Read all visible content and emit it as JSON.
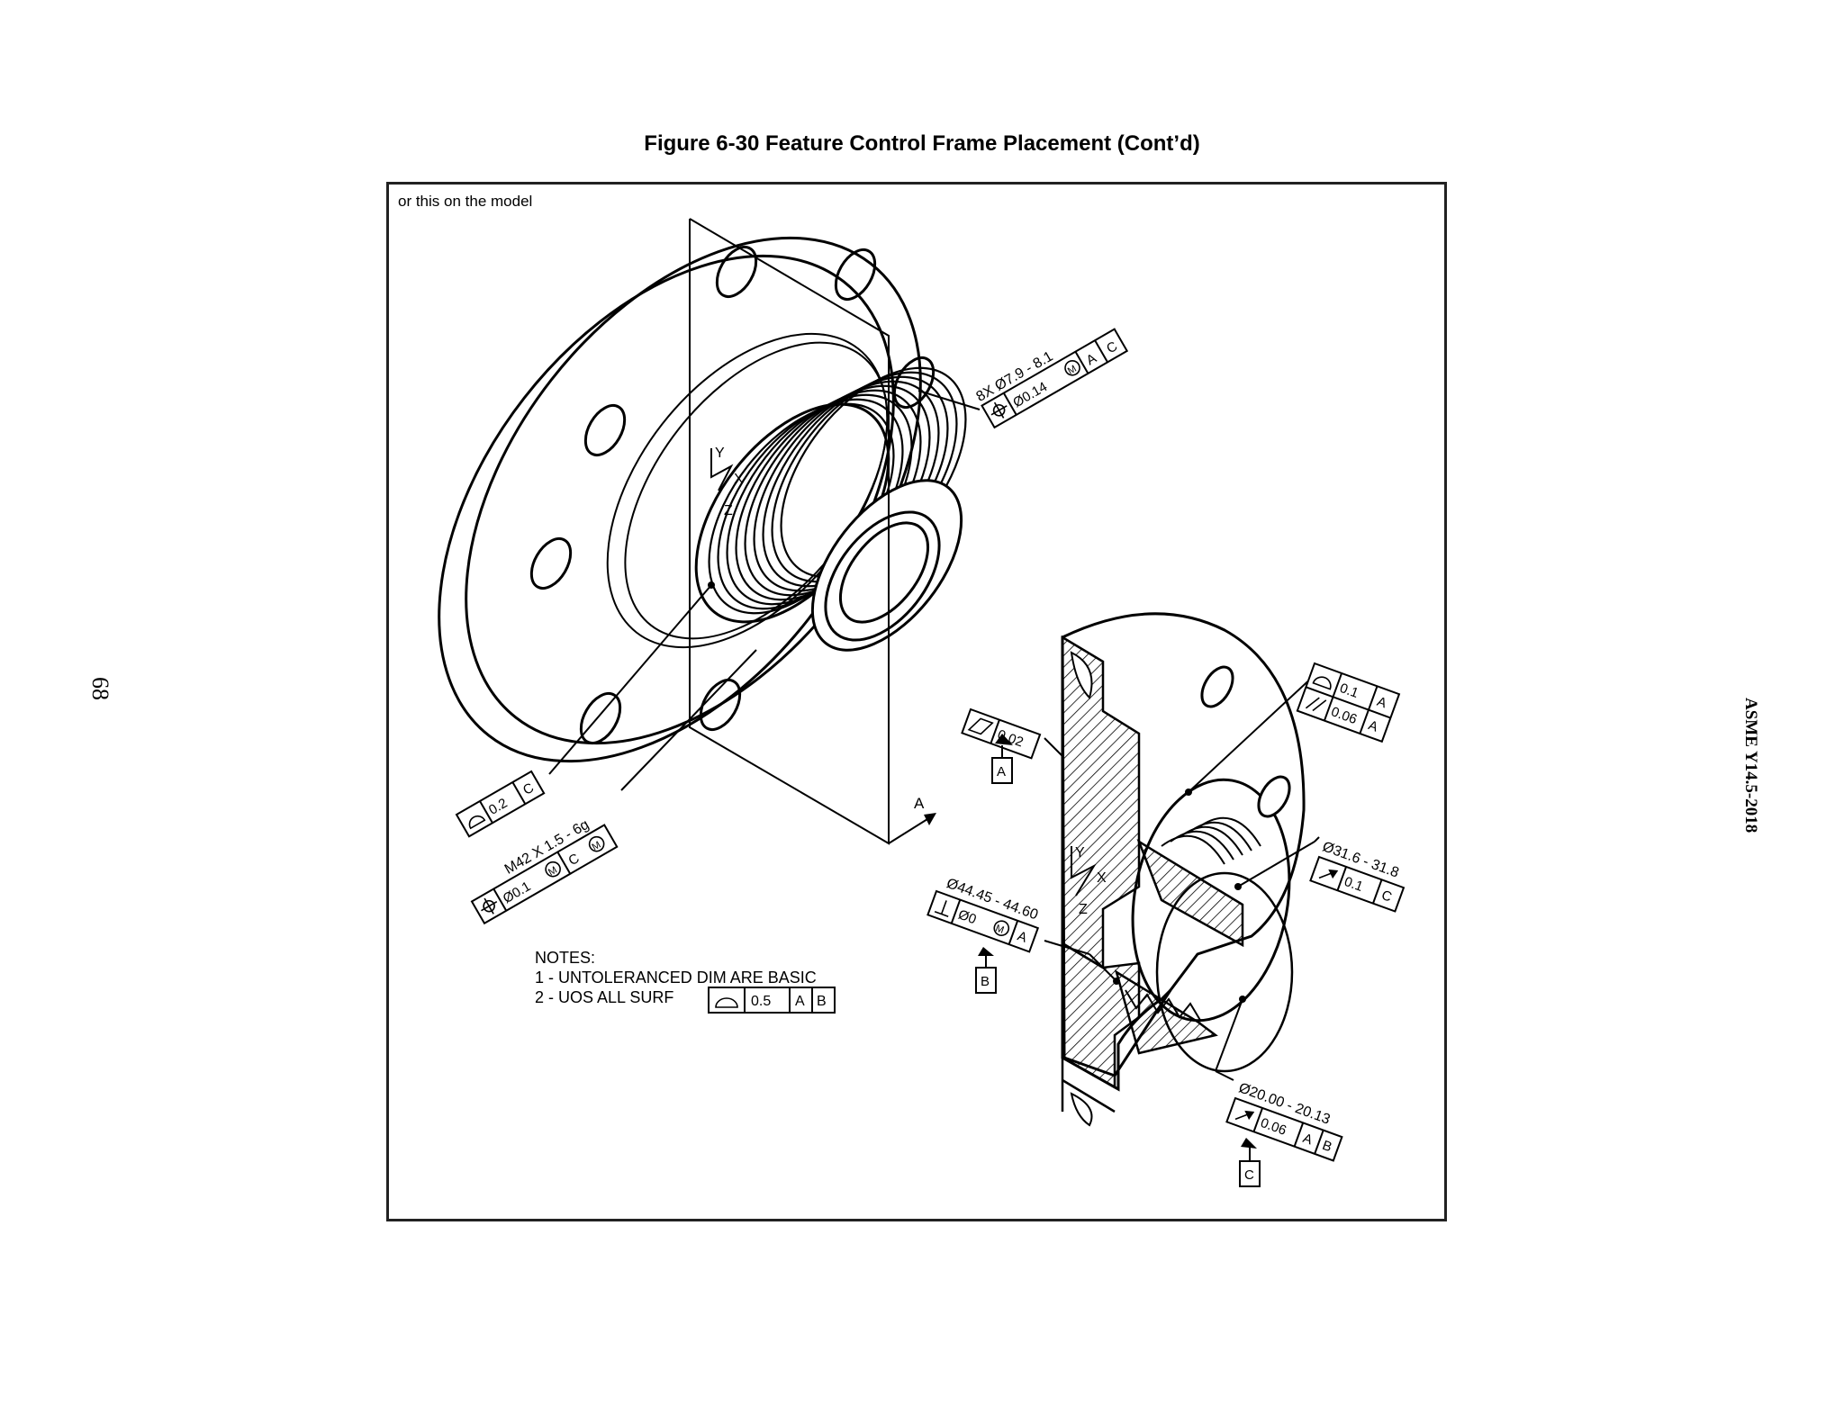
{
  "figure_title": "Figure 6-30 Feature Control Frame Placement (Cont’d)",
  "side_label": "ASME Y14.5-2018",
  "page_number": "68",
  "corner_caption": "or this on the model",
  "callouts": {
    "holes_count": "8X Ø7.9 - 8.1",
    "holes_tol": "Ø0.14",
    "holes_mod": "M",
    "holes_dat1": "A",
    "holes_dat2": "C",
    "profile_tol": "0.2",
    "profile_dat": "C",
    "thread_spec": "M42 X 1.5 - 6g",
    "thread_tol": "Ø0.1",
    "thread_mod": "M",
    "thread_dat": "C",
    "thread_dat_mod": "M",
    "datum_a_frame_tol": "0.02",
    "datum_a_label": "A",
    "right_profile_tol": "0.1",
    "right_profile_dat": "A",
    "parallel_tol": "0.06",
    "parallel_dat": "A",
    "dia_318_dim": "Ø31.6 - 31.8",
    "dia_318_tol": "0.1",
    "dia_318_dat": "C",
    "perp_dim": "Ø44.45 - 44.60",
    "perp_tol": "Ø0",
    "perp_mod": "M",
    "perp_dat": "A",
    "datum_b_label": "B",
    "dia_20_dim": "Ø20.00 - 20.13",
    "dia_20_tol": "0.06",
    "dia_20_dat1": "A",
    "dia_20_dat2": "B",
    "datum_c_label": "C",
    "plane_label": "A"
  },
  "axes_top": {
    "y": "Y",
    "x": "X",
    "z": "Z"
  },
  "axes_bottom": {
    "y": "Y",
    "x": "X",
    "z": "Z"
  },
  "notes": {
    "heading": "NOTES:",
    "line1": "1 - UNTOLERANCED DIM ARE BASIC",
    "line2": "2 - UOS ALL SURF",
    "surf_tol": "0.5",
    "surf_dat1": "A",
    "surf_dat2": "B"
  }
}
